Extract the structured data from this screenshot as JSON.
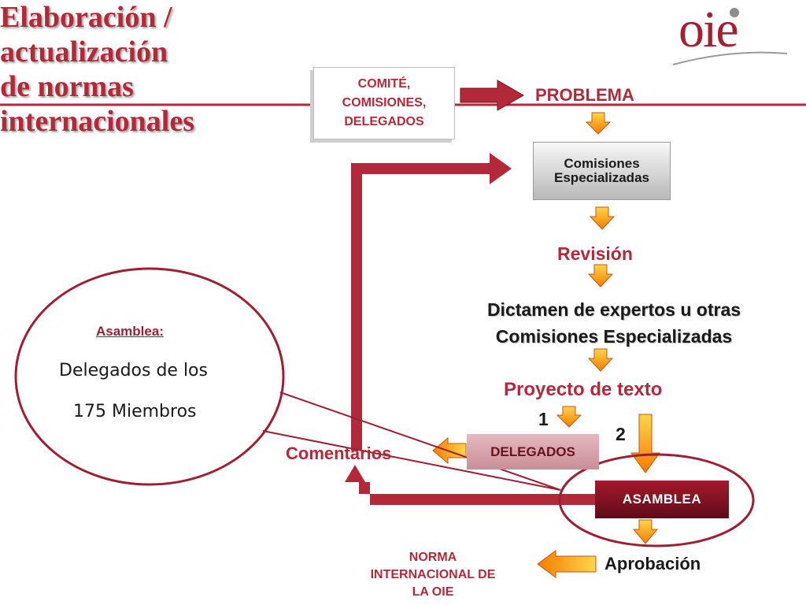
{
  "logo": {
    "text": "oie"
  },
  "title": {
    "line1": "Elaboración /",
    "line2": "actualización",
    "line3": "de normas",
    "line4": "internacionales"
  },
  "boxes": {
    "comite": {
      "line1": "COMITÉ,",
      "line2": "COMISIONES,",
      "line3": "DELEGADOS"
    },
    "comisiones": {
      "line1": "Comisiones",
      "line2": "Especializadas"
    },
    "delegados": "DELEGADOS",
    "asamblea": "ASAMBLEA"
  },
  "labels": {
    "problema": "PROBLEMA",
    "revision": "Revisión",
    "dictamen_line1": "Dictamen de expertos u otras",
    "dictamen_line2": "Comisiones Especializadas",
    "proyecto": "Proyecto de texto",
    "num1": "1",
    "num2": "2",
    "comentarios": "Comentarios",
    "aprobacion": "Aprobación",
    "norma_line1": "NORMA",
    "norma_line2": "INTERNACIONAL DE",
    "norma_line3": "LA OIE"
  },
  "callout": {
    "heading": "Asamblea:",
    "line1": "Delegados de los",
    "line2": "175 Miembros"
  },
  "colors": {
    "maroon": "#b22a3a",
    "orange": "#f7941d",
    "dark": "#1a1a1a"
  }
}
